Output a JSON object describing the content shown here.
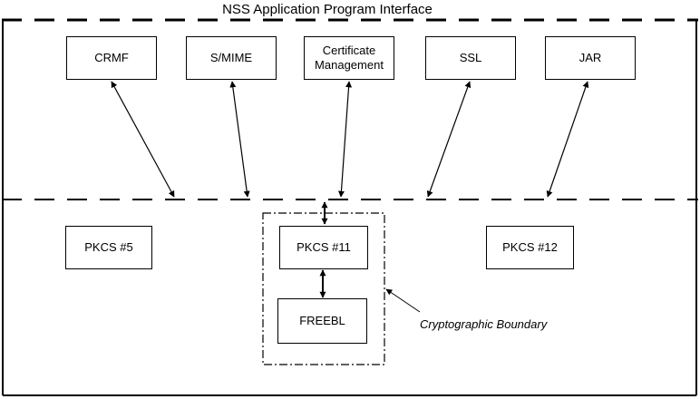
{
  "title": "NSS Application Program Interface",
  "top_modules": [
    "CRMF",
    "S/MIME",
    "Certificate\nManagement",
    "SSL",
    "JAR"
  ],
  "bottom_modules": {
    "left": "PKCS #5",
    "center": "PKCS #11",
    "right": "PKCS #12",
    "inner": "FREEBL"
  },
  "boundary_label": "Cryptographic Boundary"
}
